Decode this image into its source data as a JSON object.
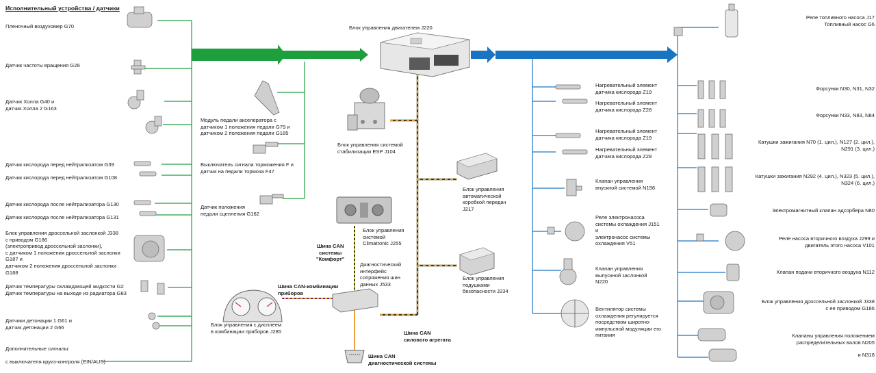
{
  "header": {
    "title": "Исполнительный устройства / датчики"
  },
  "ecu": {
    "label": "Блок управления двигателем J220"
  },
  "sensors": [
    {
      "label": "Пленочный воздухомер G70"
    },
    {
      "label": "Датчик частоты вращения G28"
    },
    {
      "label": "Датчик Холла G40 и\nдатчик Холла 2 G163"
    },
    {
      "label": "Датчик кислорода перед нейтрализатом G39"
    },
    {
      "label": "Датчик кислорода перед нейтрализатом G108"
    },
    {
      "label": "Датчик кислорода после нейтрализатора G130"
    },
    {
      "label": "Датчик кислорода после нейтрализатора G131"
    },
    {
      "label": "Блок управления дроссельной заслонкой J338\nс приводом G186\n(электропривод дроссельной заслонки),\nс датчиком 1 положения дроссельной заслонки\nG187 и\nдатчиком 2 положения дроссельной заслонки\nG188"
    },
    {
      "label": "Датчик температуры охлаждающей жидкости G2\nДатчик температуры на выходе из радиатора G83"
    },
    {
      "label": "Датчики детонации 1 G61 и\nдатчик детонации 2 G66"
    },
    {
      "label": "Дополнительные сигналы:"
    },
    {
      "label": "с выключателя круиз-контроля (EIN/AUS)"
    }
  ],
  "pedals": [
    {
      "label": "Модуль педали акселератора с\nдатчиком 1 положения педали G79 и\nдатчиком 2 положения педали G185"
    },
    {
      "label": "Выключатель сигнала торможения F и\nдатчик на педали тормоза F47"
    },
    {
      "label": "Датчик положения\nпедали сцепления G162"
    }
  ],
  "can_units": [
    {
      "label": "Блок управления системой\nстабилизации ESP J104"
    },
    {
      "label": "Блок управления\nавтоматической\nкоробкой передач\nJ217"
    },
    {
      "label": "Блок управления\nподушками\nбезопасности J234"
    },
    {
      "label": "Блок управления\nсистемой\nClimatronic J255"
    },
    {
      "label": "Диагностический\nинтерфейс\nсопряжения шин\nданных J533"
    },
    {
      "label": "Блок управления с дисплеем\nв комбинации приборов J285"
    }
  ],
  "buses": {
    "comfort": "Шина CAN\nсистемы\n\"Комфорт\"",
    "cluster": "Шина CAN-комбинации\nприборов",
    "powertrain": "Шина CAN\nсилового агрегата",
    "diagnostic": "Шина CAN\nдиагностической системы"
  },
  "actuators_mid": [
    {
      "label": "Нагревательный элемент\nдатчика кислорода Z19"
    },
    {
      "label": "Нагревательный элемент\nдатчика кислорода Z28"
    },
    {
      "label": "Нагревательный элемент\nдатчика кислорода Z19"
    },
    {
      "label": "Нагревательный элемент\nдатчика кислорода Z28"
    },
    {
      "label": "Клапан управления\nвпускной системой N156"
    },
    {
      "label": "Реле электронасоса\nсистемы охлаждения J151\nи\nэлектронасос системы\nохлаждения V51"
    },
    {
      "label": "Клапан управления\nвыпускной заслонкой\nN220"
    },
    {
      "label": "Вентилятор системы\nохлаждения регулируется\nпосредством широтно-\nимпульсной модуляции его\nпитания"
    }
  ],
  "actuators_right": [
    {
      "label": "Реле топливного насоса J17\nТопливный насос G6"
    },
    {
      "label": "Форсунки N30, N31, N32"
    },
    {
      "label": "Форсунки N33, N83, N84"
    },
    {
      "label": "Катушки зажигания N70 (1. цил.), N127 (2. цил.),\nN291 (3. цил.)"
    },
    {
      "label": "Катушки зажигания N292 (4. цил.), N323 (5. цил.),\nN324 (6. цил.)"
    },
    {
      "label": "Электромагнитный клапан адсорбера N80"
    },
    {
      "label": "Реле насоса вторичного воздуха J299 и\nдвигатель этого насоса V101"
    },
    {
      "label": "Клапан подачи вторичного воздуха N112"
    },
    {
      "label": "Блок управления дроссельной заслонкой J338\nс ее приводом G186"
    },
    {
      "label": "Клапаны управления положением\nраспределительных валов N205"
    },
    {
      "label": "и N318"
    }
  ],
  "colors": {
    "input_wire": "#1e9e3c",
    "output_wire": "#1a74c4",
    "can_orange": "#e0a23a",
    "can_dark": "#3b3b1e",
    "diag_orange": "#f0a040"
  }
}
